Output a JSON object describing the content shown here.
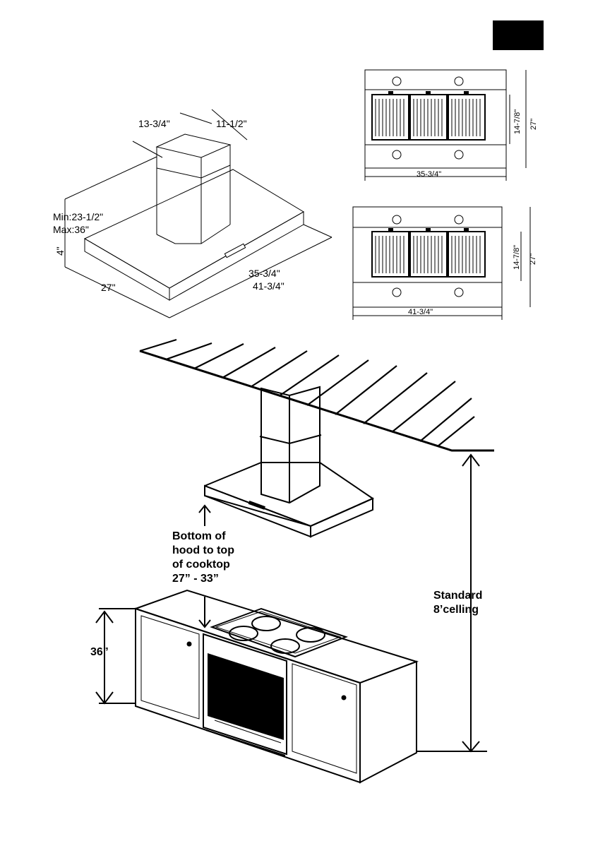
{
  "page_badge": {
    "color": "#000000"
  },
  "iso_hood": {
    "dim_duct_depth": "13-3/4\"",
    "dim_duct_width": "11-1/2\"",
    "dim_height_min": "Min:23-1/2\"",
    "dim_height_max": "Max:36\"",
    "dim_thickness": "4\"",
    "dim_depth": "27\"",
    "dim_width_small": "35-3/4\"",
    "dim_width_large": "41-3/4\""
  },
  "bottom_view_small": {
    "width": "35-3/4\"",
    "filter_height": "14-7/8\"",
    "depth": "27\""
  },
  "bottom_view_large": {
    "width": "41-3/4\"",
    "filter_height": "14-7/8\"",
    "depth": "27\""
  },
  "installation": {
    "clearance_label": [
      "Bottom of",
      "hood to top",
      "of cooktop",
      "27” - 33”"
    ],
    "ceiling_label": [
      "Standard",
      "8’celling"
    ],
    "counter_height": "36”"
  }
}
